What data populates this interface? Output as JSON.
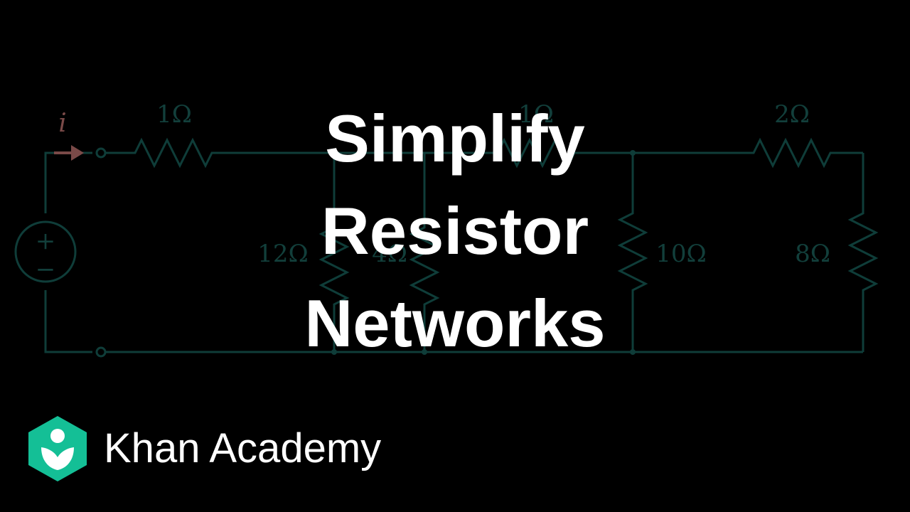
{
  "title": {
    "lines": [
      "Simplify",
      "Resistor",
      "Networks"
    ]
  },
  "circuit": {
    "current_label": "i",
    "resistor_labels": {
      "r1": "1Ω",
      "r2": "1Ω",
      "r3": "2Ω",
      "r4": "12Ω",
      "r5": "4Ω",
      "r6": "10Ω",
      "r7": "8Ω"
    },
    "source_plus": "+",
    "source_minus": "−",
    "colors": {
      "wire": "#0f3d39",
      "arrow": "#7a4a48"
    }
  },
  "brand": {
    "name": "Khan Academy",
    "logo_icon": "khan-academy-hexagon-logo",
    "colors": {
      "logo": "#14bf96"
    }
  }
}
